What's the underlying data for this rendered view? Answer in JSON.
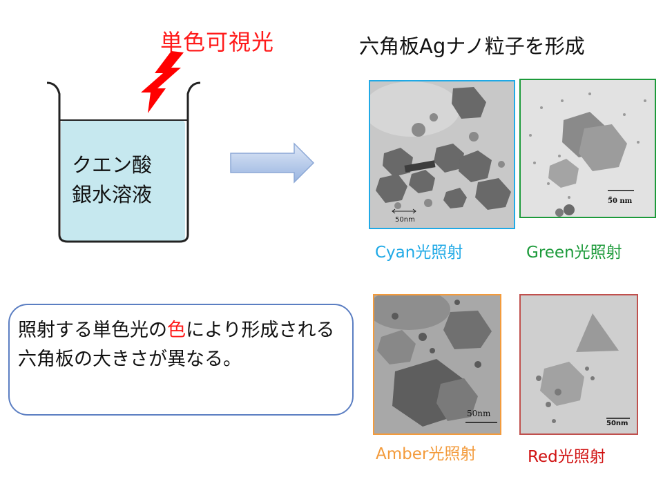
{
  "light": {
    "label": "単色可視光"
  },
  "title": "六角板Agナノ粒子を形成",
  "beaker": {
    "line1": "クエン酸",
    "line2": "銀水溶液"
  },
  "colors": {
    "cyan": "#1fa9e6",
    "green": "#1c9a3a",
    "amber": "#f39b3c",
    "red": "#c0504d",
    "note_border": "#5b7ec2",
    "light": "#ff1a1a",
    "arrow": "#a9c1e8"
  },
  "icons": {
    "lightning": "lightning-bolt-icon",
    "arrow": "right-arrow-icon"
  },
  "photos": {
    "cyan": {
      "caption": "Cyan光照射",
      "scale": "50nm"
    },
    "green": {
      "caption": "Green光照射",
      "scale": "50 nm"
    },
    "amber": {
      "caption": "Amber光照射",
      "scale": "50nm"
    },
    "red": {
      "caption": "Red光照射",
      "scale": "50nm"
    }
  },
  "note": {
    "part1": "照射する単色光の",
    "highlight": "色",
    "part2": "により形成される六角板の大きさが異なる。"
  }
}
